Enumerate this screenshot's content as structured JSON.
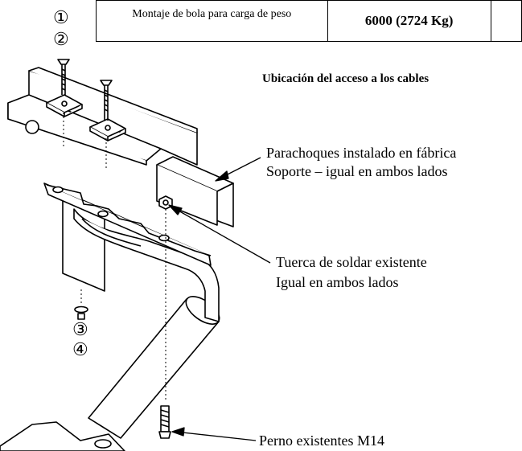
{
  "table": {
    "description": "Montaje de bola para carga de peso",
    "capacity": "6000 (2724 Kg)"
  },
  "heading": "Ubicación del acceso a los cables",
  "callouts": {
    "bumper_line1": "Parachoques instalado en fábrica",
    "bumper_line2": "Soporte – igual en ambos lados",
    "weldnut_line1": "Tuerca de soldar existente",
    "weldnut_line2": "Igual en ambos lados",
    "bolt": "Perno existentes M14"
  },
  "part_numbers": {
    "n1": "①",
    "n2": "②",
    "n3": "③",
    "n4": "④"
  }
}
